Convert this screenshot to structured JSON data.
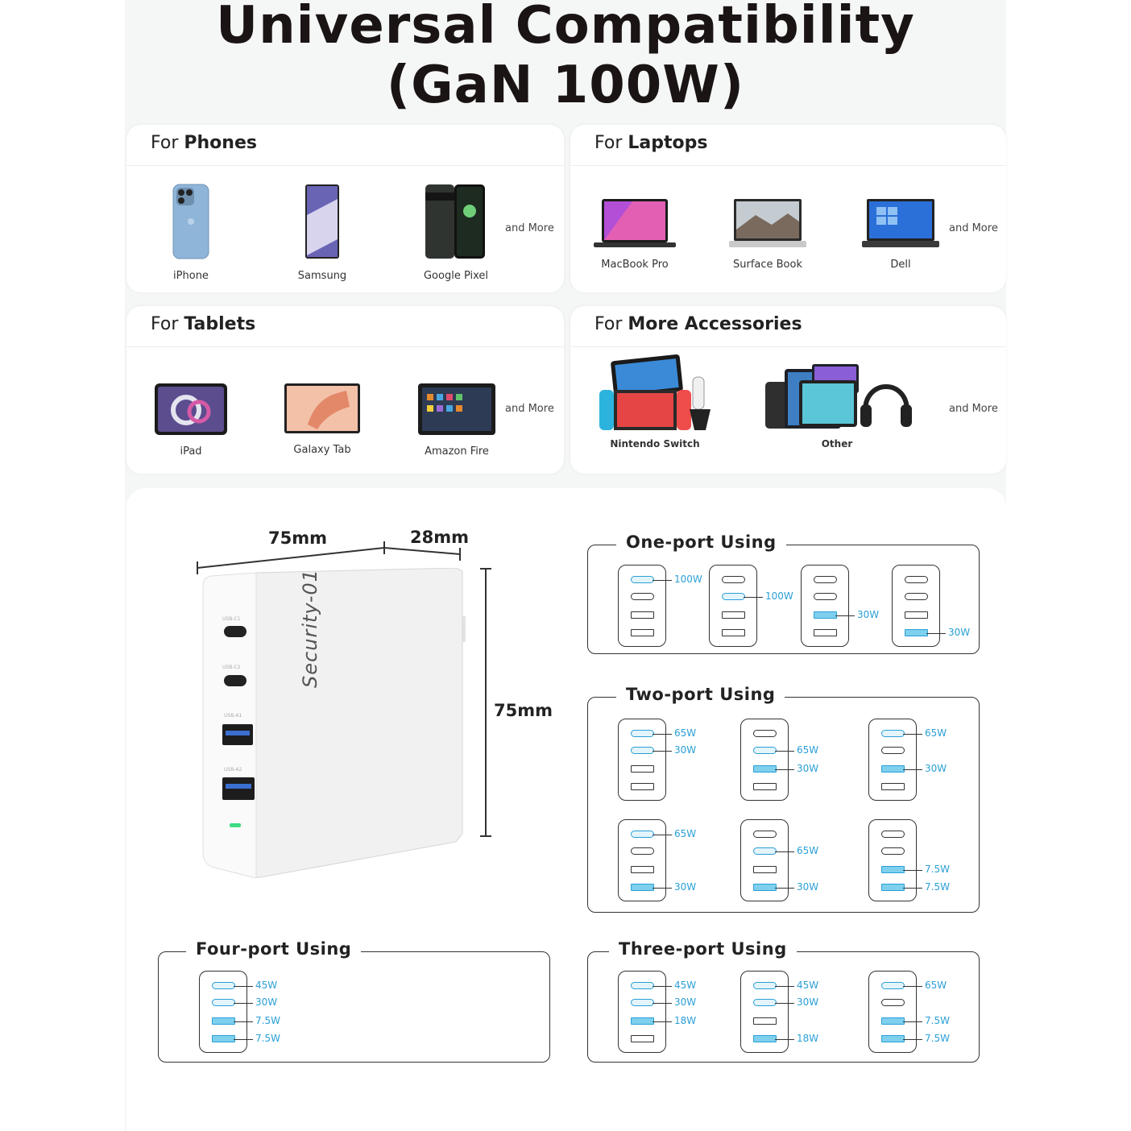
{
  "title": {
    "line1": "Universal Compatibility",
    "line2": "(GaN 100W)"
  },
  "cards": {
    "phones": {
      "prefix": "For ",
      "bold": "Phones",
      "items": [
        "iPhone",
        "Samsung",
        "Google Pixel"
      ],
      "more": "and More"
    },
    "laptops": {
      "prefix": "For ",
      "bold": "Laptops",
      "items": [
        "MacBook Pro",
        "Surface Book",
        "Dell"
      ],
      "more": "and More"
    },
    "tablets": {
      "prefix": "For ",
      "bold": "Tablets",
      "items": [
        "iPad",
        "Galaxy Tab",
        "Amazon Fire"
      ],
      "more": "and More"
    },
    "accessories": {
      "prefix": "For ",
      "bold": "More Accessories",
      "items": [
        "Nintendo Switch",
        "Other"
      ],
      "more": "and More"
    }
  },
  "dimensions": {
    "width": "75mm",
    "depth": "28mm",
    "height": "75mm"
  },
  "product": {
    "brand": "Security-01",
    "port_labels": [
      "USB-C1",
      "USB-C2",
      "USB-A1",
      "USB-A2"
    ]
  },
  "colors": {
    "active_port": "#2a9fd6",
    "led": "#3ddc84"
  },
  "usage": {
    "one_port": {
      "title": "One-port Using",
      "configs": [
        {
          "active": [
            0
          ],
          "labels": [
            {
              "port": 0,
              "text": "100W"
            }
          ]
        },
        {
          "active": [
            1
          ],
          "labels": [
            {
              "port": 1,
              "text": "100W"
            }
          ]
        },
        {
          "active": [
            2
          ],
          "labels": [
            {
              "port": 2,
              "text": "30W"
            }
          ]
        },
        {
          "active": [
            3
          ],
          "labels": [
            {
              "port": 3,
              "text": "30W"
            }
          ]
        }
      ]
    },
    "two_port": {
      "title": "Two-port Using",
      "configs": [
        {
          "active": [
            0,
            1
          ],
          "labels": [
            {
              "port": 0,
              "text": "65W"
            },
            {
              "port": 1,
              "text": "30W"
            }
          ]
        },
        {
          "active": [
            1,
            2
          ],
          "labels": [
            {
              "port": 1,
              "text": "65W"
            },
            {
              "port": 2,
              "text": "30W"
            }
          ]
        },
        {
          "active": [
            0,
            2
          ],
          "labels": [
            {
              "port": 0,
              "text": "65W"
            },
            {
              "port": 2,
              "text": "30W"
            }
          ]
        },
        {
          "active": [
            0,
            3
          ],
          "labels": [
            {
              "port": 0,
              "text": "65W"
            },
            {
              "port": 3,
              "text": "30W"
            }
          ]
        },
        {
          "active": [
            1,
            3
          ],
          "labels": [
            {
              "port": 1,
              "text": "65W"
            },
            {
              "port": 3,
              "text": "30W"
            }
          ]
        },
        {
          "active": [
            2,
            3
          ],
          "labels": [
            {
              "port": 2,
              "text": "7.5W"
            },
            {
              "port": 3,
              "text": "7.5W"
            }
          ]
        }
      ]
    },
    "three_port": {
      "title": "Three-port Using",
      "configs": [
        {
          "active": [
            0,
            1,
            2
          ],
          "labels": [
            {
              "port": 0,
              "text": "45W"
            },
            {
              "port": 1,
              "text": "30W"
            },
            {
              "port": 2,
              "text": "18W"
            }
          ]
        },
        {
          "active": [
            0,
            1,
            3
          ],
          "labels": [
            {
              "port": 0,
              "text": "45W"
            },
            {
              "port": 1,
              "text": "30W"
            },
            {
              "port": 3,
              "text": "18W"
            }
          ]
        },
        {
          "active": [
            0,
            2,
            3
          ],
          "labels": [
            {
              "port": 0,
              "text": "65W"
            },
            {
              "port": 2,
              "text": "7.5W"
            },
            {
              "port": 3,
              "text": "7.5W"
            }
          ]
        }
      ]
    },
    "four_port": {
      "title": "Four-port Using",
      "configs": [
        {
          "active": [
            0,
            1,
            2,
            3
          ],
          "labels": [
            {
              "port": 0,
              "text": "45W"
            },
            {
              "port": 1,
              "text": "30W"
            },
            {
              "port": 2,
              "text": "7.5W"
            },
            {
              "port": 3,
              "text": "7.5W"
            }
          ]
        }
      ]
    }
  }
}
